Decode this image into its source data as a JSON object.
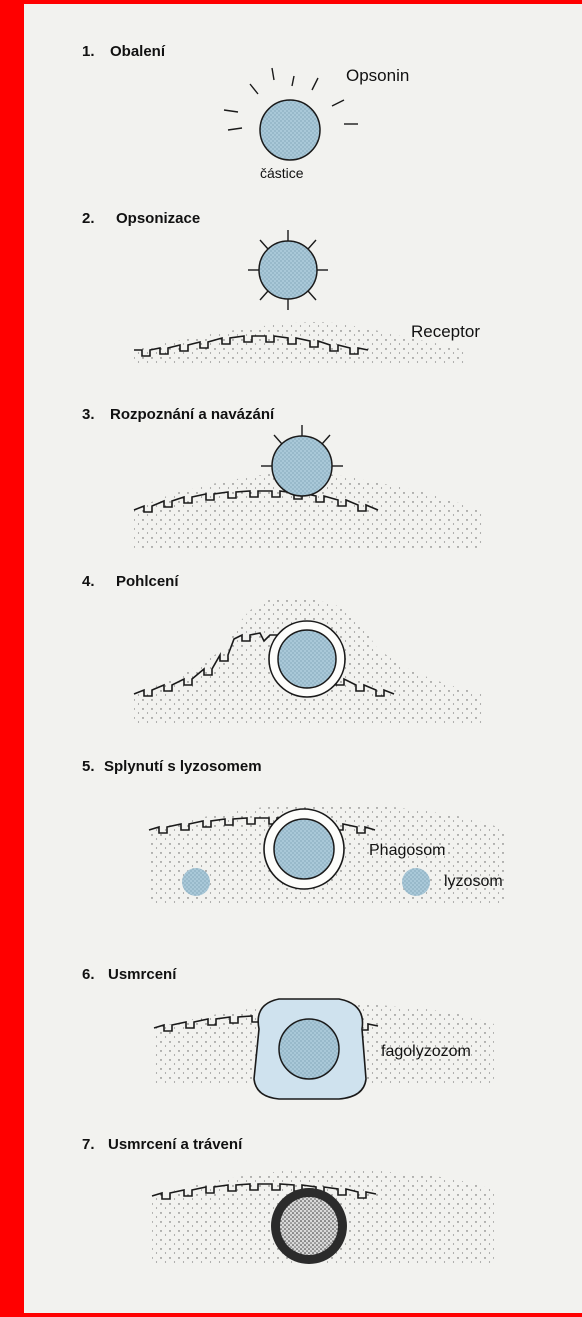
{
  "title": "",
  "steps": [
    {
      "num": "1.",
      "label": "Obalení",
      "notes": [
        "Opsonin",
        "částice"
      ]
    },
    {
      "num": "2.",
      "label": "Opsonizace",
      "notes": [
        "Receptor"
      ]
    },
    {
      "num": "3.",
      "label": "Rozpoznání a navázání",
      "notes": []
    },
    {
      "num": "4.",
      "label": "Pohlcení",
      "notes": []
    },
    {
      "num": "5.",
      "label": "Splynutí s lyzosomem",
      "notes": [
        "Phagosom",
        "lyzosom"
      ]
    },
    {
      "num": "6.",
      "label": "Usmrcení",
      "notes": [
        "fagolyzozom"
      ]
    },
    {
      "num": "7.",
      "label": "Usmrcení a trávení",
      "notes": []
    }
  ],
  "colors": {
    "frame": "#ff0000",
    "paper": "#f2f2ef",
    "particle": "#a9c8d8",
    "lysosome_fill": "#cfe2ee",
    "digested_ring": "#2b2b2b"
  }
}
